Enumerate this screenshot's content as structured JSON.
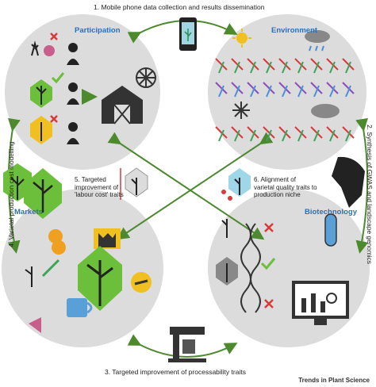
{
  "steps": {
    "top": "1. Mobile phone data collection and results dissemination",
    "right": "2. Synthesis of GWAS and landscape genomics",
    "bottom": "3. Targeted improvement of processability traits",
    "left": "4. Varietal production cost modelling",
    "center_left": [
      "5. Targeted",
      "improvement of",
      "'labour cost' traits"
    ],
    "center_right": [
      "6. Alignment of",
      "varietal quality traits to",
      "production niche"
    ]
  },
  "panels": {
    "participation": "Participation",
    "environment": "Environment",
    "markets": "Markets",
    "biotechnology": "Biotechnology"
  },
  "credit": "Trends in Plant Science",
  "colors": {
    "title_blue": "#2f6fb3",
    "arrow_green": "#4d8a2e",
    "circle_grey": "#dcdcdc",
    "leaf_green": "#6cbf3a",
    "cross_red": "#d93a3a"
  },
  "icons": {
    "phone": "mobile-phone-icon",
    "sun": "sun-icon",
    "rain_cloud": "rain-cloud-icon",
    "snowflake": "snowflake-icon",
    "cloud": "cloud-icon",
    "barn": "barn-icon",
    "wheel": "spinning-wheel-icon",
    "africa_map": "africa-map-icon",
    "factory": "factory-icon",
    "coffee": "coffee-cup-icon",
    "handshake": "handshake-icon",
    "coins": "coins-icon",
    "dna": "dna-icon",
    "test_tube": "test-tube-icon",
    "monitor_chart": "monitor-chart-icon",
    "coffee_machine": "coffee-machine-icon"
  }
}
